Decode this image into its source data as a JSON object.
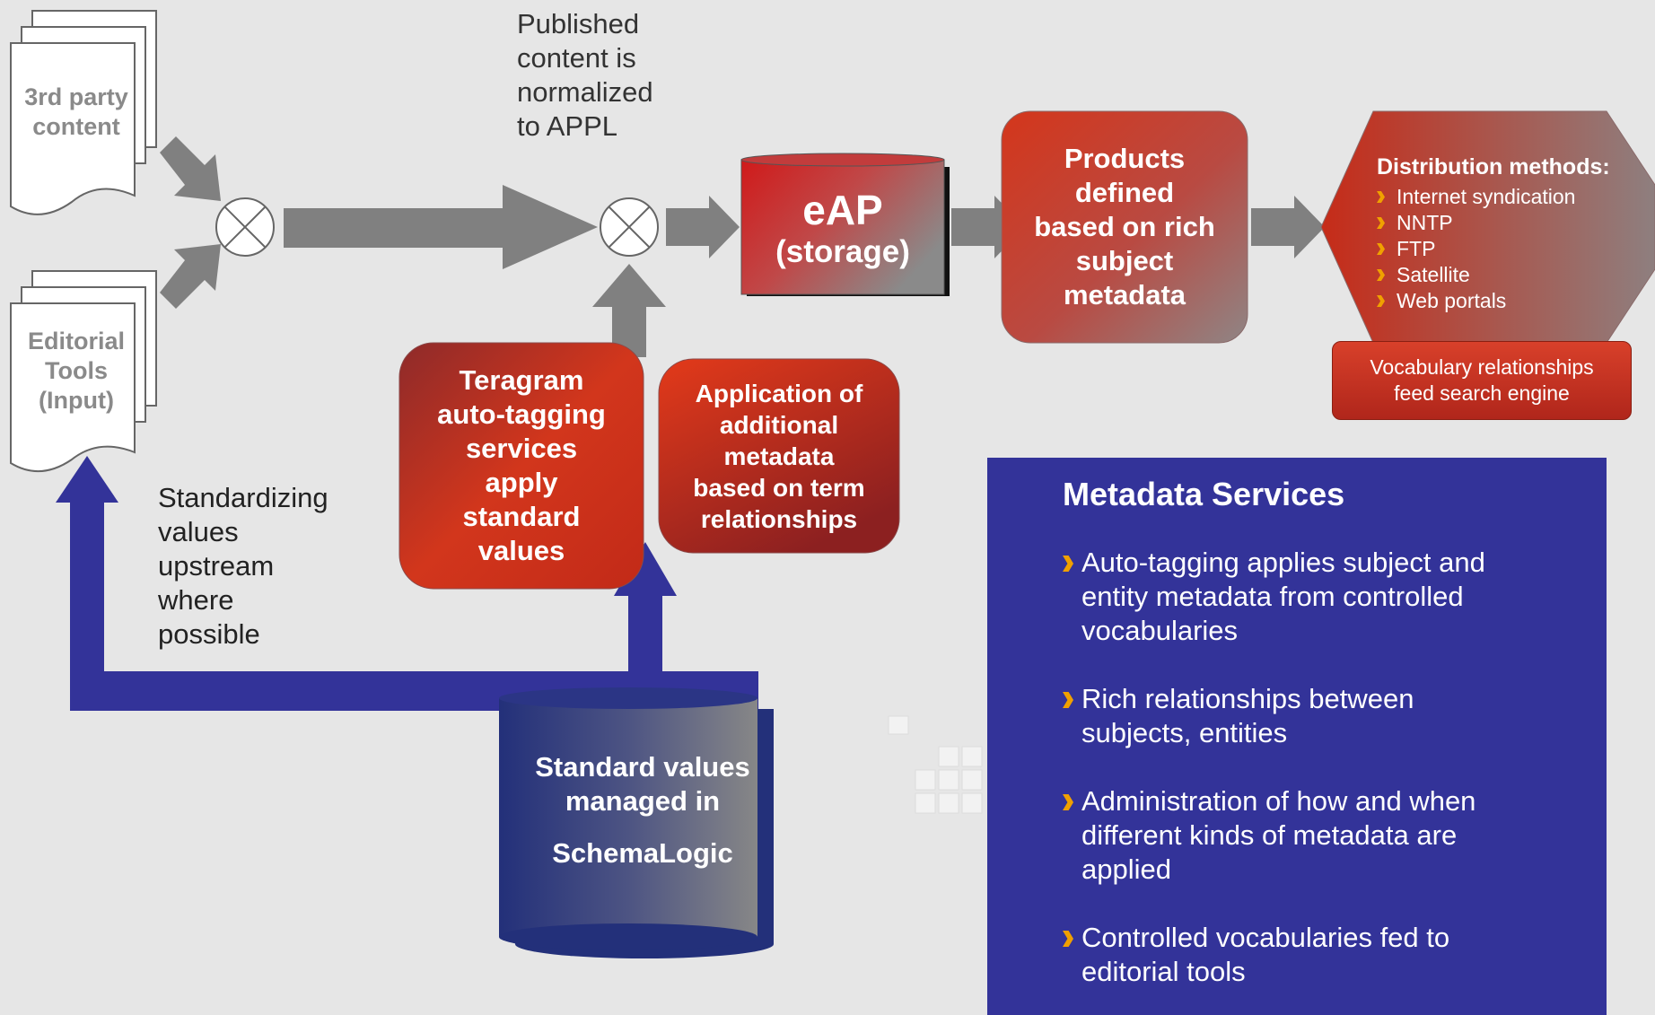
{
  "documents": {
    "third_party": "3rd party\ncontent",
    "editorial": "Editorial\nTools\n(Input)"
  },
  "published_note": "Published\ncontent is\nnormalized\nto APPL",
  "standardizing_note": "Standardizing\nvalues\nupstream\nwhere\npossible",
  "eap": {
    "title": "eAP",
    "subtitle": "(storage)"
  },
  "products": "Products\ndefined\nbased on rich\nsubject\nmetadata",
  "distribution": {
    "title": "Distribution methods:",
    "items": [
      "Internet syndication",
      "NNTP",
      "FTP",
      "Satellite",
      "Web portals"
    ]
  },
  "vocab_box": "Vocabulary relationships\nfeed search engine",
  "teragram": "Teragram\nauto-tagging\nservices\napply\nstandard\nvalues",
  "application": "Application of\nadditional\nmetadata\nbased on term\nrelationships",
  "schemalogic": {
    "line1": "Standard values",
    "line2": "managed in",
    "line3": "SchemaLogic"
  },
  "metadata_services": {
    "title": "Metadata Services",
    "items": [
      "Auto-tagging applies subject and\nentity metadata from controlled\nvocabularies",
      "Rich relationships between\nsubjects, entities",
      "Administration of how and when\ndifferent kinds of metadata are\napplied",
      "Controlled vocabularies fed to\neditorial tools"
    ]
  },
  "colors": {
    "background": "#e6e6e6",
    "gray_arrow": "#808080",
    "blue_arrow": "#333399",
    "red": "#c8341f",
    "panel": "#333399",
    "bullet": "#f0a000"
  }
}
